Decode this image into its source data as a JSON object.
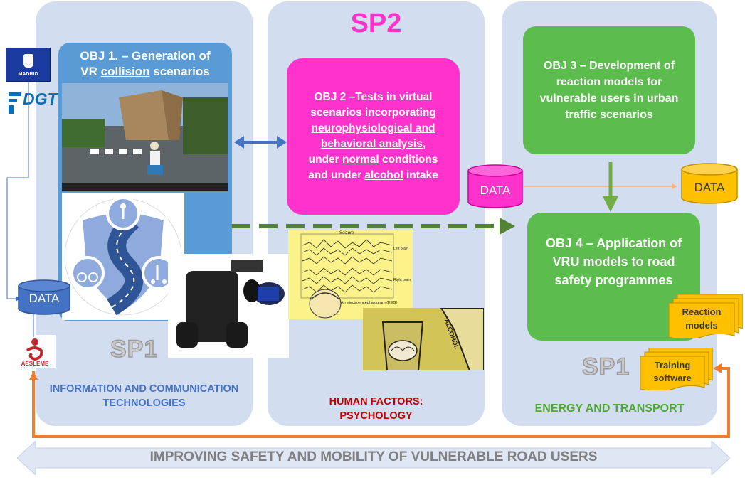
{
  "colors": {
    "panel": "#d3ddf0",
    "obj1": "#5b9bd5",
    "obj2": "#ff33cc",
    "obj3_4": "#5cbc4e",
    "sp2_title": "#ff33cc",
    "ict_label": "#4472c4",
    "human_label": "#c00000",
    "energy_label": "#4ea72e",
    "orange": "#ed7d31",
    "arrow_green": "#548235",
    "arrow_blue": "#4472c4"
  },
  "logos": {
    "madrid": "MADRID",
    "dgt": "DGT",
    "aesleme": "AESLEME"
  },
  "sp1_left": {
    "label": "SP1",
    "domain_line1": "INFORMATION AND COMMUNICATION",
    "domain_line2": "TECHNOLOGIES"
  },
  "sp2": {
    "title": "SP2",
    "domain_line1": "HUMAN FACTORS:",
    "domain_line2": "PSYCHOLOGY"
  },
  "sp1_right": {
    "label": "SP1",
    "domain": "ENERGY AND TRANSPORT"
  },
  "obj1": {
    "line1": "OBJ 1. – Generation of",
    "line2_pre": "VR ",
    "line2_u": "collision",
    "line2_post": " scenarios"
  },
  "obj2": {
    "l1": "OBJ 2 –Tests in virtual",
    "l2": "scenarios incorporating",
    "l3_u": "neurophysiological and",
    "l4_u": "behavioral analysis",
    "l4_post": ",",
    "l5_pre": "under ",
    "l5_u": "normal",
    "l5_post": " conditions",
    "l6_pre": "and under ",
    "l6_u": "alcohol",
    "l6_post": " intake"
  },
  "obj3": {
    "l1": "OBJ 3 – Development of",
    "l2": "reaction models for",
    "l3": "vulnerable users in urban",
    "l4": "traffic scenarios"
  },
  "obj4": {
    "l1": "OBJ 4 – Application of",
    "l2": "VRU models to road",
    "l3": "safety programmes"
  },
  "data_labels": {
    "left": "DATA",
    "middle": "DATA",
    "right": "DATA"
  },
  "docs": {
    "reaction_l1": "Reaction",
    "reaction_l2": "models",
    "training_l1": "Training",
    "training_l2": "software"
  },
  "banner": "IMPROVING SAFETY AND MOBILITY OF VULNERABLE ROAD USERS",
  "eeg": {
    "title": "Seizure",
    "left_brain": "Left brain",
    "right_brain": "Right brain",
    "caption": "An electroencephalogram (EEG)"
  },
  "alcohol_label": "ALCOHOL"
}
